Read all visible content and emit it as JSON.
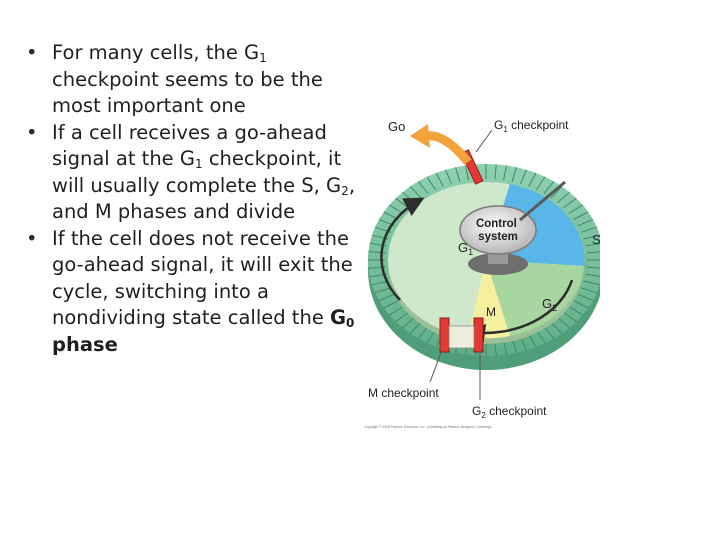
{
  "bullets": [
    {
      "a": "For many cells, the G",
      "sub": "1",
      "b": " checkpoint seems to be the most important one"
    },
    {
      "a": "If a cell receives a go-ahead signal at the G",
      "sub1": "1",
      "b": " checkpoint, it will usually complete the S, G",
      "sub2": "2",
      "c": ", and M phases and divide"
    },
    {
      "a": "If the cell does not receive the go-ahead signal, it will exit the cycle, switching into a nondividing state called the ",
      "bold": "G",
      "bold_sub": "0",
      "bold_tail": " phase"
    }
  ],
  "diagram": {
    "go": "Go",
    "g1_checkpoint": {
      "main": "G",
      "sub": "1",
      "rest": " checkpoint"
    },
    "control_line1": "Control",
    "control_line2": "system",
    "s": "S",
    "g1": {
      "main": "G",
      "sub": "1"
    },
    "m": "M",
    "g2": {
      "main": "G",
      "sub": "2"
    },
    "m_checkpoint": "M checkpoint",
    "g2_checkpoint": {
      "main": "G",
      "sub": "2",
      "rest": " checkpoint"
    },
    "copyright": "Copyright © 2008 Pearson Education, Inc., publishing as Pearson Benjamin Cummings.",
    "colors": {
      "ring": "#7fc7a4",
      "g1": "#cfe8cc",
      "s": "#58b6e8",
      "g2": "#a8d6a0",
      "m": "#f6ef9f",
      "checkpoint": "#e53935",
      "go_arrow": "#f4a23c"
    }
  }
}
